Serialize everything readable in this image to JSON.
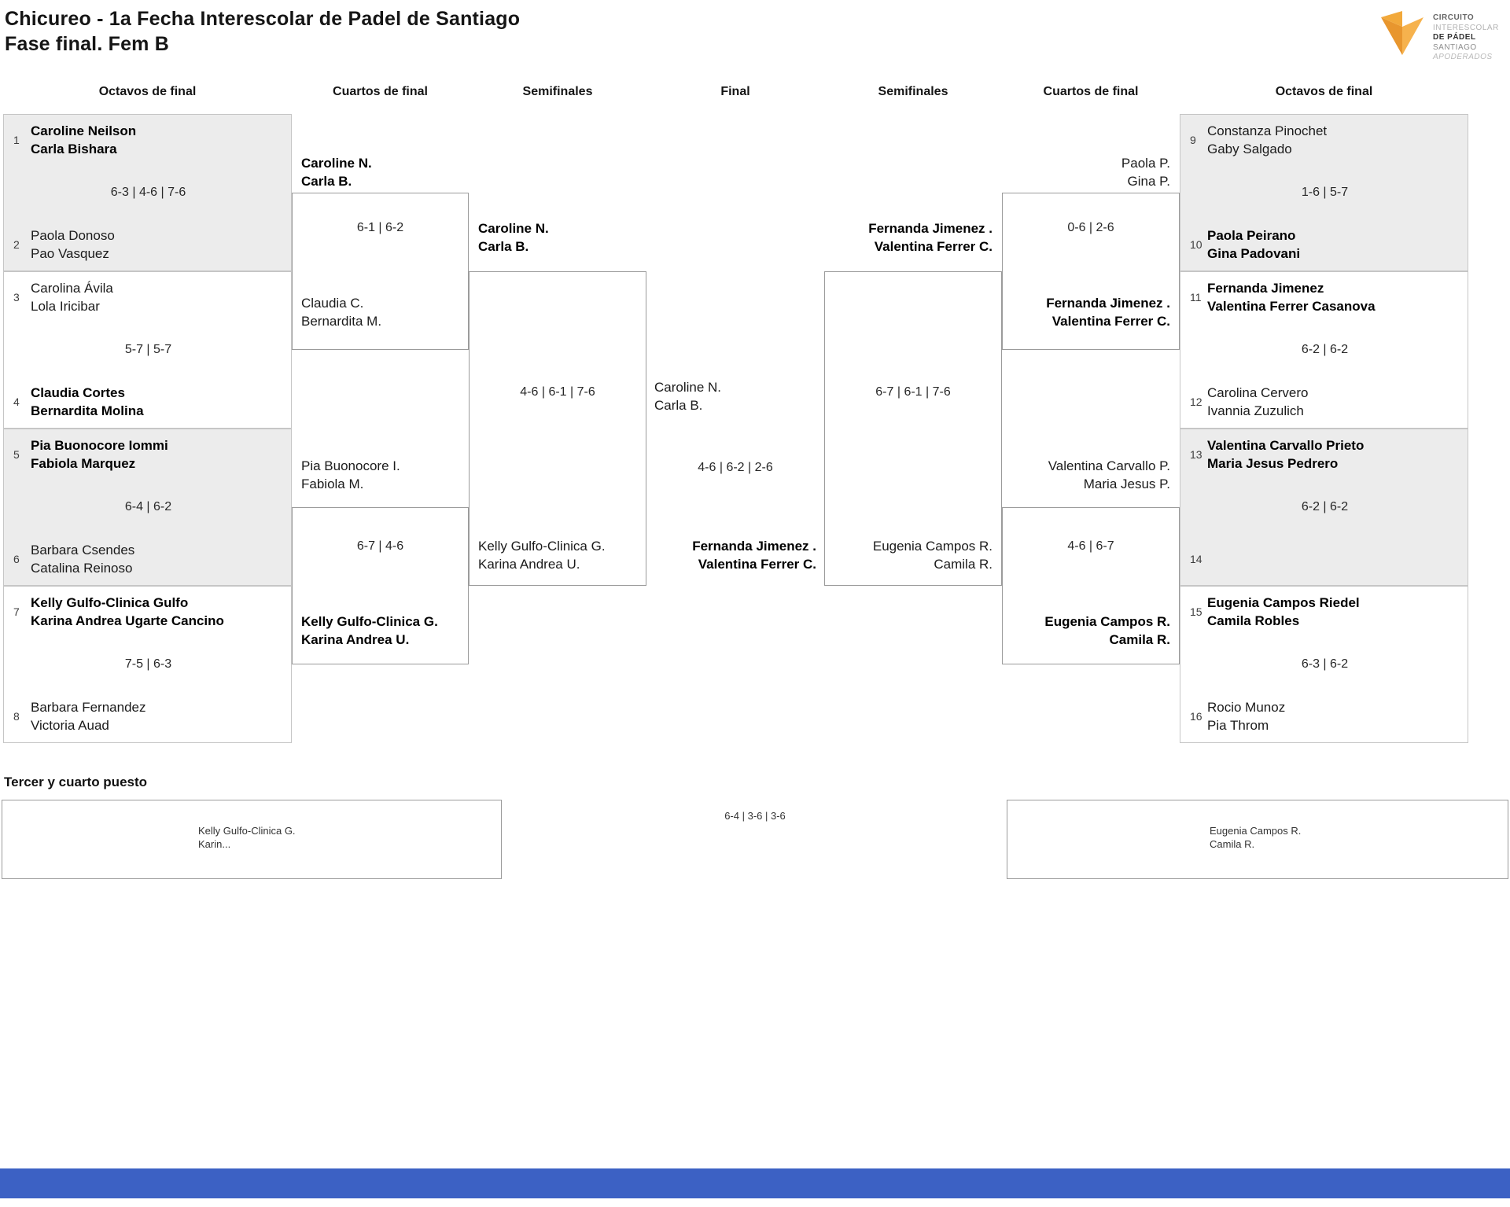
{
  "title": {
    "line1": "Chicureo - 1a Fecha Interescolar de Padel de Santiago",
    "line2": "Fase final. Fem B"
  },
  "logo": {
    "line1": "CIRCUITO",
    "line2": "INTERESCOLAR",
    "line3": "DE PÁDEL",
    "line4": "SANTIAGO",
    "line5": "APODERADOS"
  },
  "colors": {
    "footer_blue": "#3c61c4",
    "box_gray": "#ececec",
    "logo_orange_light": "#f6b24d",
    "logo_orange_dark": "#e8962e"
  },
  "headers": [
    "Octavos de final",
    "Cuartos de final",
    "Semifinales",
    "Final",
    "Semifinales",
    "Cuartos de final",
    "Octavos de final"
  ],
  "octavos": [
    {
      "seed_a": "1",
      "a1": "Caroline Neilson",
      "a2": "Carla Bishara",
      "score": "6-3 | 4-6 | 7-6",
      "seed_b": "2",
      "b1": "Paola Donoso",
      "b2": "Pao Vasquez"
    },
    {
      "seed_a": "3",
      "a1": "Carolina Ávila",
      "a2": "Lola Iricibar",
      "score": "5-7 | 5-7",
      "seed_b": "4",
      "b1": "Claudia Cortes",
      "b2": "Bernardita Molina"
    },
    {
      "seed_a": "5",
      "a1": "Pia Buonocore Iommi",
      "a2": "Fabiola Marquez",
      "score": "6-4 | 6-2",
      "seed_b": "6",
      "b1": "Barbara Csendes",
      "b2": "Catalina Reinoso"
    },
    {
      "seed_a": "7",
      "a1": "Kelly Gulfo-Clinica Gulfo",
      "a2": "Karina Andrea Ugarte Cancino",
      "score": "7-5 | 6-3",
      "seed_b": "8",
      "b1": "Barbara Fernandez",
      "b2": "Victoria Auad"
    },
    {
      "seed_a": "9",
      "a1": "Constanza Pinochet",
      "a2": "Gaby Salgado",
      "score": "1-6 | 5-7",
      "seed_b": "10",
      "b1": "Paola Peirano",
      "b2": "Gina Padovani"
    },
    {
      "seed_a": "11",
      "a1": "Fernanda Jimenez",
      "a2": "Valentina Ferrer Casanova",
      "score": "6-2 | 6-2",
      "seed_b": "12",
      "b1": "Carolina Cervero",
      "b2": "Ivannia Zuzulich"
    },
    {
      "seed_a": "13",
      "a1": "Valentina Carvallo Prieto",
      "a2": "Maria Jesus Pedrero",
      "score": "6-2 | 6-2",
      "seed_b": "14",
      "b1": "",
      "b2": ""
    },
    {
      "seed_a": "15",
      "a1": "Eugenia Campos Riedel",
      "a2": "Camila Robles",
      "score": "6-3 | 6-2",
      "seed_b": "16",
      "b1": "Rocio Munoz",
      "b2": "Pia Throm"
    }
  ],
  "cuartos": [
    {
      "t1": "Caroline N.",
      "t2": "Carla B.",
      "score": "6-1 | 6-2",
      "u1": "Claudia C.",
      "u2": "Bernardita M."
    },
    {
      "t1": "Pia Buonocore I.",
      "t2": "Fabiola M.",
      "score": "6-7 | 4-6",
      "u1": "Kelly Gulfo-Clinica G.",
      "u2": "Karina Andrea U."
    },
    {
      "t1": "Paola P.",
      "t2": "Gina P.",
      "score": "0-6 | 2-6",
      "u1": "Fernanda Jimenez .",
      "u2": "Valentina Ferrer C."
    },
    {
      "t1": "Valentina Carvallo P.",
      "t2": "Maria Jesus P.",
      "score": "4-6 | 6-7",
      "u1": "Eugenia Campos R.",
      "u2": "Camila R."
    }
  ],
  "semis": [
    {
      "t1": "Caroline N.",
      "t2": "Carla B.",
      "score": "4-6 | 6-1 | 7-6",
      "u1": "Kelly Gulfo-Clinica G.",
      "u2": "Karina Andrea U."
    },
    {
      "t1": "Fernanda Jimenez .",
      "t2": "Valentina Ferrer C.",
      "score": "6-7 | 6-1 | 7-6",
      "u1": "Eugenia Campos R.",
      "u2": "Camila R."
    }
  ],
  "final": {
    "t1": "Caroline N.",
    "t2": "Carla B.",
    "score": "4-6 | 6-2 | 2-6",
    "u1": "Fernanda Jimenez .",
    "u2": "Valentina Ferrer C."
  },
  "third_place": {
    "label": "Tercer y cuarto puesto",
    "t1": "Kelly Gulfo-Clinica G.",
    "t2": "Karin...",
    "score": "6-4 | 3-6 | 3-6",
    "u1": "Eugenia Campos R.",
    "u2": "Camila R."
  }
}
